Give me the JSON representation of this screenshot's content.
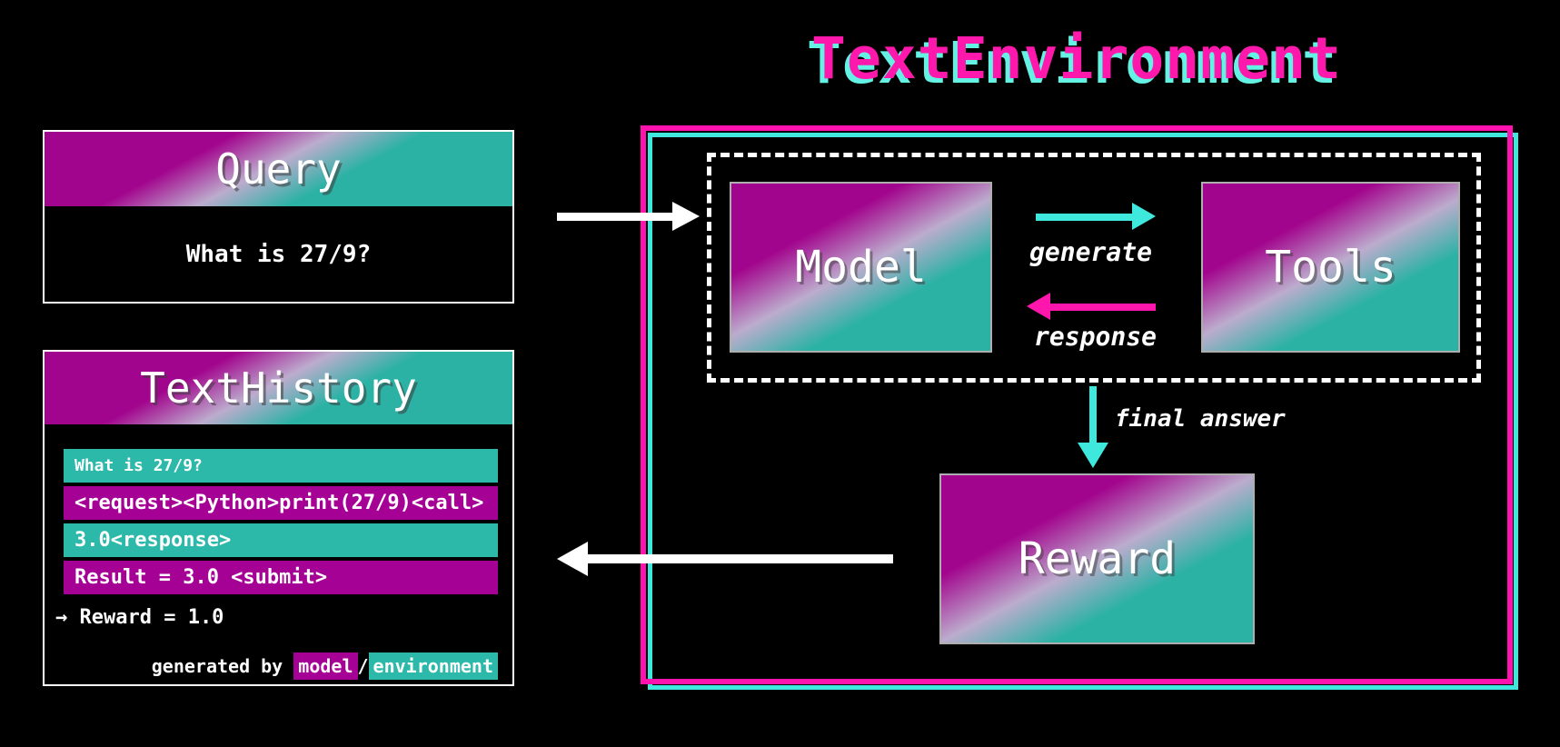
{
  "title": "TextEnvironment",
  "colors": {
    "background": "#000000",
    "accent_pink": "#ff12ad",
    "accent_cyan": "#3fe8dc",
    "gradient_magenta": "#a2058d",
    "gradient_teal": "#2bb2a5",
    "row_model": "#a60195",
    "row_environment": "#2cb9aa",
    "text": "#ffffff"
  },
  "query": {
    "title": "Query",
    "body": "What is 27/9?"
  },
  "text_history": {
    "title": "TextHistory",
    "rows": [
      {
        "text": "What is 27/9?",
        "source": "environment"
      },
      {
        "text": "<request><Python>print(27/9)<call>",
        "source": "model"
      },
      {
        "text": "3.0<response>",
        "source": "environment"
      },
      {
        "text": "Result = 3.0 <submit>",
        "source": "model"
      }
    ],
    "reward_line": "→ Reward = 1.0",
    "legend": {
      "prefix": "generated by ",
      "model_label": "model",
      "separator": "/",
      "environment_label": "environment"
    }
  },
  "environment": {
    "model_label": "Model",
    "tools_label": "Tools",
    "reward_label": "Reward",
    "generate_label": "generate",
    "response_label": "response",
    "final_answer_label": "final answer"
  }
}
